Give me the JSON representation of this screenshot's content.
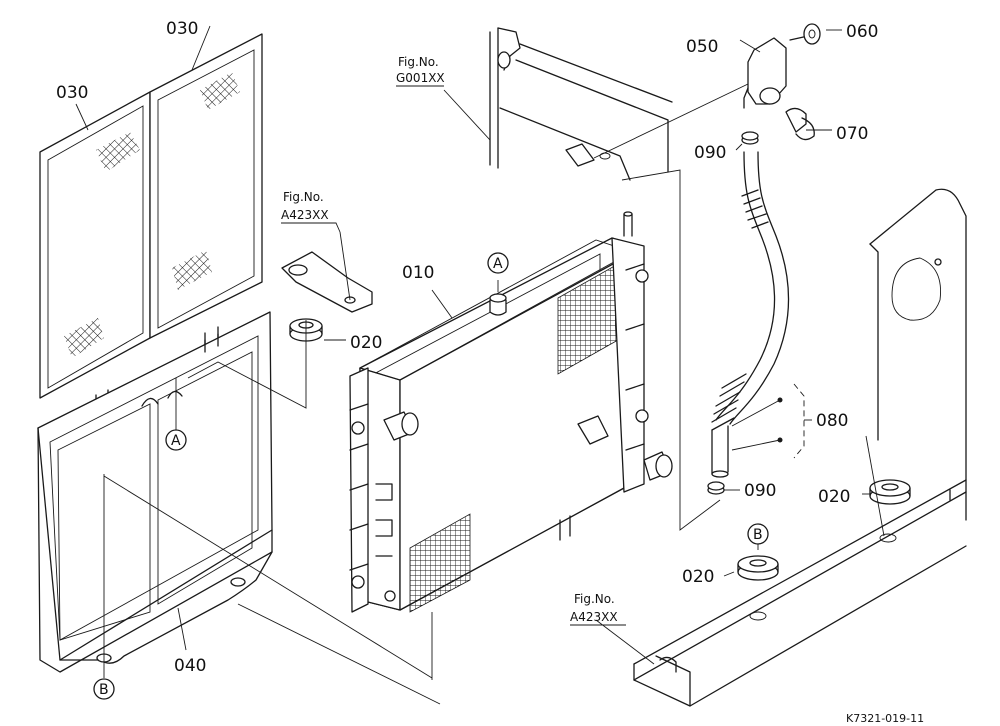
{
  "parts": {
    "p010": "010",
    "p020": "020",
    "p030": "030",
    "p040": "040",
    "p050": "050",
    "p060": "060",
    "p070": "070",
    "p080": "080",
    "p090": "090"
  },
  "refs": {
    "fig_label": "Fig.No.",
    "g001": "G001XX",
    "a423": "A423XX"
  },
  "markers": {
    "a": "A",
    "b": "B"
  },
  "drawing_code": "K7321-019-11"
}
